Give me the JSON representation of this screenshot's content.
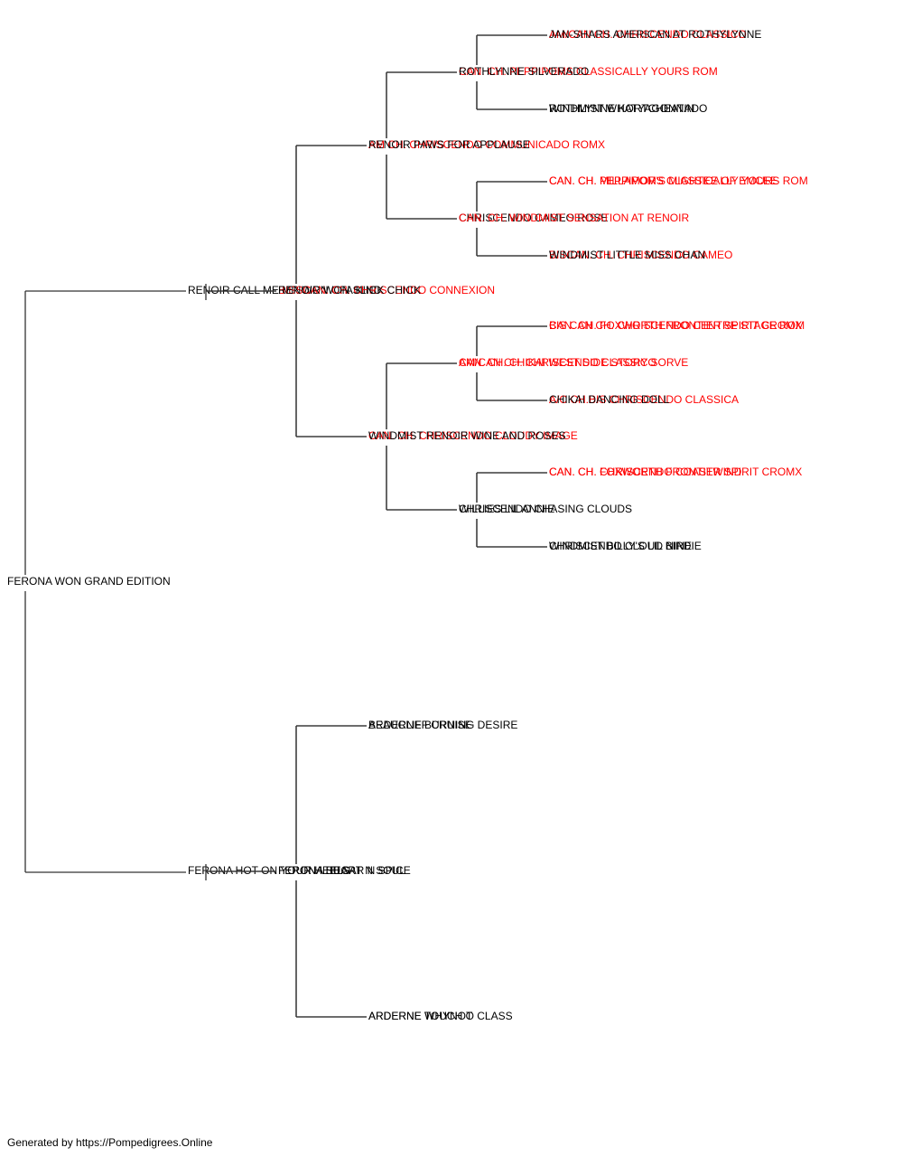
{
  "colors": {
    "line": "#333333",
    "normal_text": "#000000",
    "champion_text": "#ff0000"
  },
  "pedigree": {
    "name": "FERONA WON GRAND EDITION",
    "champion": false,
    "sire": {
      "name": "RENOIR CALL ME MR WON OFA KIND",
      "champion": false,
      "sire": {
        "name": "BISSCAN. CH. CHRISCENDO CONNEXION",
        "champion": true,
        "sire": {
          "name": "AM CH. CHRISCENDO COMMUNICADO ROMX",
          "champion": true,
          "sire": {
            "name": "CAN. CH. PEPPIPOMS CLASSICALLY YOURS ROM",
            "champion": true,
            "sire": {
              "name": "AM/CAN CH. CHRISCENDO CLASSICO",
              "champion": true
            },
            "dam": {
              "name": "WINDMIST WHATYAGONNADO",
              "champion": false
            }
          },
          "dam": {
            "name": "CHRISCENDO CAMEO ROSE",
            "champion": false,
            "sire": {
              "name": "CAN. CH. MILLAMOR'S MIGHTEE OF EMCEE",
              "champion": true
            },
            "dam": {
              "name": "BISCAN. CH. CHRISCENDO CAMEO",
              "champion": true
            }
          }
        },
        "dam": {
          "name": "CAN. CH. CHRISCENDO CLOUDY IMAGE",
          "champion": true,
          "sire": {
            "name": "AM/CAN CH. CHRISCENDO CLASSICO",
            "champion": true,
            "sire": {
              "name": "BIS CAN CH. CHRISCENDO CENTRE STAGE ROM",
              "champion": true
            },
            "dam": {
              "name": "A/C CH.BIS CHRISCENDO CLASSICA",
              "champion": true
            }
          },
          "dam": {
            "name": "CHRISCENDO CHASING CLOUDS",
            "champion": false,
            "sire": {
              "name": "CAN. CH. FOXWORTH FRONTIER SPIRIT CROMX",
              "champion": true
            },
            "dam": {
              "name": "CHRISCENDO CLOUD NINE",
              "champion": false
            }
          }
        }
      },
      "dam": {
        "name": "RENOIR WON SLICK CHICK",
        "champion": false,
        "sire": {
          "name": "RENOIR PAWS FOR APPLAUSE",
          "champion": false,
          "sire": {
            "name": "ROTHLYNNE SILVERADO",
            "champion": false,
            "sire": {
              "name": "JAN-SHARS AMERICAN AT ROTHYLYNNE",
              "champion": false
            },
            "dam": {
              "name": "ROTHLYNNE KORTCHEATIN",
              "champion": false
            }
          },
          "dam": {
            "name": "CAN. CH. WINDMIST SENSATION AT RENOIR",
            "champion": true,
            "sire": {
              "name": "CAN. CH. PEPPIPOMS CLASSICALLY YOURS ROM",
              "champion": true
            },
            "dam": {
              "name": "WINDMIST LITTLE MISS CHAN",
              "champion": false
            }
          }
        },
        "dam": {
          "name": "WINDMIST RENOIR WINE AND ROSES",
          "champion": false,
          "sire": {
            "name": "CAN. CH. CHIKAI WEST SIDE STORY SORVE",
            "champion": true,
            "sire": {
              "name": "CAN. CH. FOXWORTH FRONTIER SPIRIT CROMX",
              "champion": true
            },
            "dam": {
              "name": "CHIKAI DANCING DOLL",
              "champion": false
            }
          },
          "dam": {
            "name": "WILLIES LIL ANNIE",
            "champion": false,
            "sire": {
              "name": "CAN. CH. CHRISCENDO COASTWIND",
              "champion": true
            },
            "dam": {
              "name": "WINDMIST BILLY'S LIL BIRDIE",
              "champion": false
            }
          }
        }
      }
    },
    "dam": {
      "name": "FERONA HOT ON YOUR HEELS",
      "champion": false,
      "sire": {
        "name": "FERONA HEART N SOUL",
        "champion": false,
        "sire": {
          "name": "BEAUCLIFF CRUISE",
          "champion": false
        },
        "dam": {
          "name": "ARDERNE WHYNOT",
          "champion": false
        }
      },
      "dam": {
        "name": "FERONA SUGAR N SPICE",
        "champion": false,
        "sire": {
          "name": "ARDERNE BURNING DESIRE",
          "champion": false
        },
        "dam": {
          "name": "ARDERNE TOUCH O CLASS",
          "champion": false
        }
      }
    }
  },
  "footer": "Generated by https://Pompedigrees.Online"
}
